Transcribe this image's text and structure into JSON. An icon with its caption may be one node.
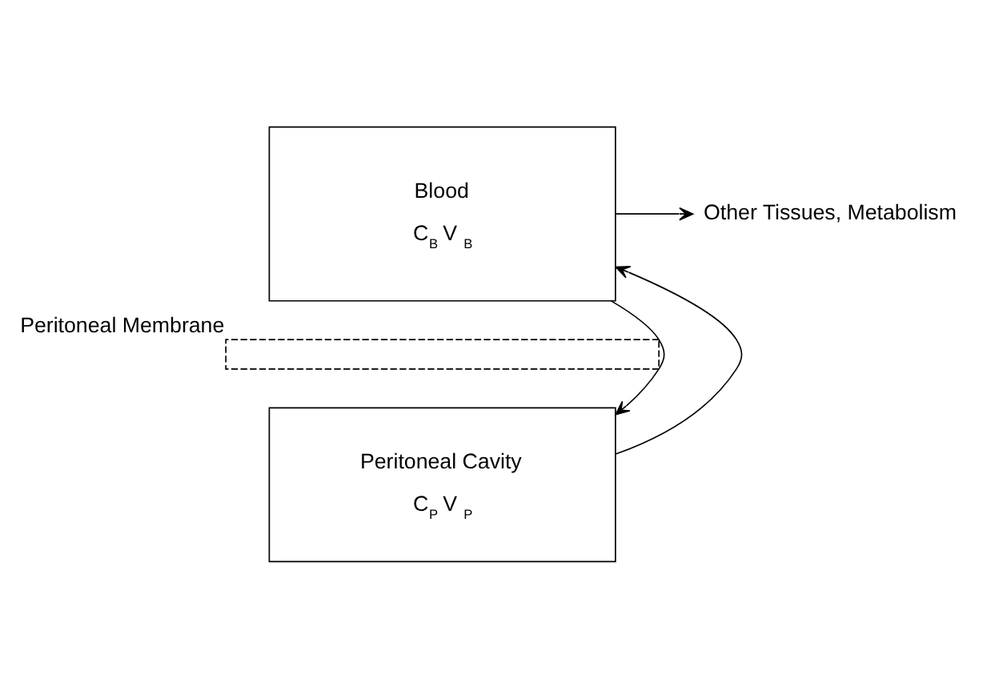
{
  "diagram": {
    "nodes": [
      {
        "text": [
          "Blood",
          "C$_{B}$  V$_{B}$"
        ]
      },
      {
        "text": [
          "Other Tissues, Metabolism"
        ]
      },
      {
        "text": [],
        "shape": "band",
        "beside": [
          "Peritoneal Membrane"
        ]
      },
      {
        "text": [
          "Peritoneal Cavity",
          "C$_{P}$  V$_{P}$"
        ]
      }
    ],
    "edges": [
      {
        "from": 0,
        "to": 1,
        "arrow": "to"
      },
      {
        "from": 0,
        "to": 3,
        "arrow": "to"
      },
      {
        "from": 3,
        "to": 0,
        "arrow": "to"
      }
    ]
  }
}
